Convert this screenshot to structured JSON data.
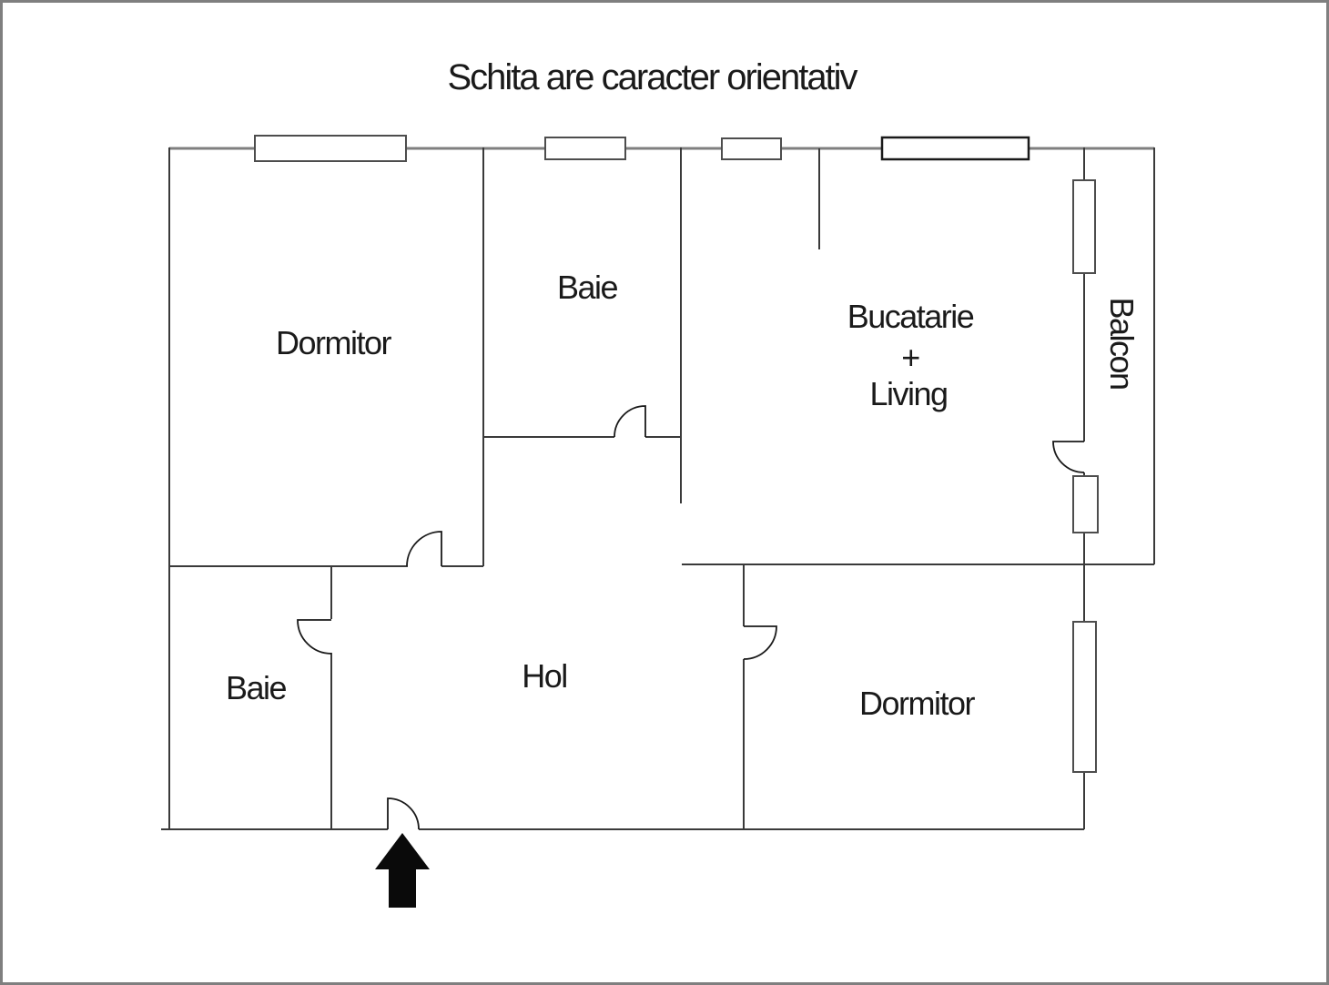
{
  "title": "Schita are caracter orientativ",
  "rooms": {
    "dormitor_top_left": {
      "label": "Dormitor"
    },
    "baie_top": {
      "label": "Baie"
    },
    "bucatarie_living": {
      "label_line1": "Bucatarie",
      "label_line2": "+",
      "label_line3": "Living"
    },
    "balcon": {
      "label": "Balcon"
    },
    "baie_bottom_left": {
      "label": "Baie"
    },
    "hol": {
      "label": "Hol"
    },
    "dormitor_bottom_right": {
      "label": "Dormitor"
    }
  },
  "entrance": {
    "arrow_icon": "entrance-up-arrow"
  },
  "colors": {
    "background": "#ffffff",
    "frame": "#7f7f7f",
    "wall_top": "#7f7f7f",
    "wall": "#3a3a3a",
    "window_stroke": "#4d4d4d",
    "window_dark_stroke": "#1a1a1a",
    "door_stroke": "#1a1a1a",
    "arrow_fill": "#0a0a0a",
    "text": "#1a1a1a"
  }
}
